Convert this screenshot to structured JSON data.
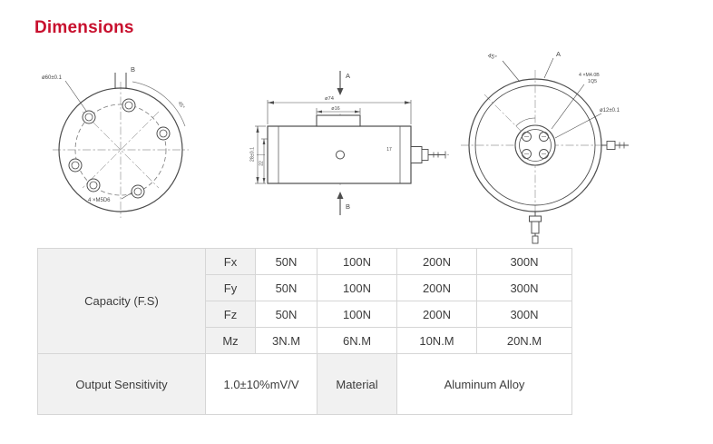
{
  "page": {
    "title": "Dimensions"
  },
  "colors": {
    "accent": "#c8102e",
    "table_border": "#d6d6d6",
    "table_header_bg": "#f1f1f1",
    "drawing_line": "#4d4d4d"
  },
  "drawings": {
    "front_view": {
      "diameter_label": "ø60±0.1",
      "section_label": "B",
      "angle_label": "45°",
      "holes_label": "4 ×M5D6"
    },
    "side_view": {
      "outer_diameter_label": "ø74",
      "boss_diameter_label": "ø16",
      "height_label": "28±0.1",
      "inner_height_label": "22",
      "inner_width_label": "17",
      "section_a_label": "A",
      "section_b_label": "B"
    },
    "back_view": {
      "angle_label": "45°",
      "view_label": "A",
      "holes_label_line1": "4 ×M4.0B",
      "holes_label_line2": "1Q5",
      "diameter_label": "ø12±0.1"
    }
  },
  "spec_table": {
    "capacity": {
      "label": "Capacity (F.S)",
      "rows": [
        {
          "param": "Fx",
          "values": [
            "50N",
            "100N",
            "200N",
            "300N"
          ]
        },
        {
          "param": "Fy",
          "values": [
            "50N",
            "100N",
            "200N",
            "300N"
          ]
        },
        {
          "param": "Fz",
          "values": [
            "50N",
            "100N",
            "200N",
            "300N"
          ]
        },
        {
          "param": "Mz",
          "values": [
            "3N.M",
            "6N.M",
            "10N.M",
            "20N.M"
          ]
        }
      ]
    },
    "output_sensitivity": {
      "label": "Output Sensitivity",
      "value": "1.0±10%mV/V"
    },
    "material": {
      "label": "Material",
      "value": "Aluminum Alloy"
    }
  }
}
